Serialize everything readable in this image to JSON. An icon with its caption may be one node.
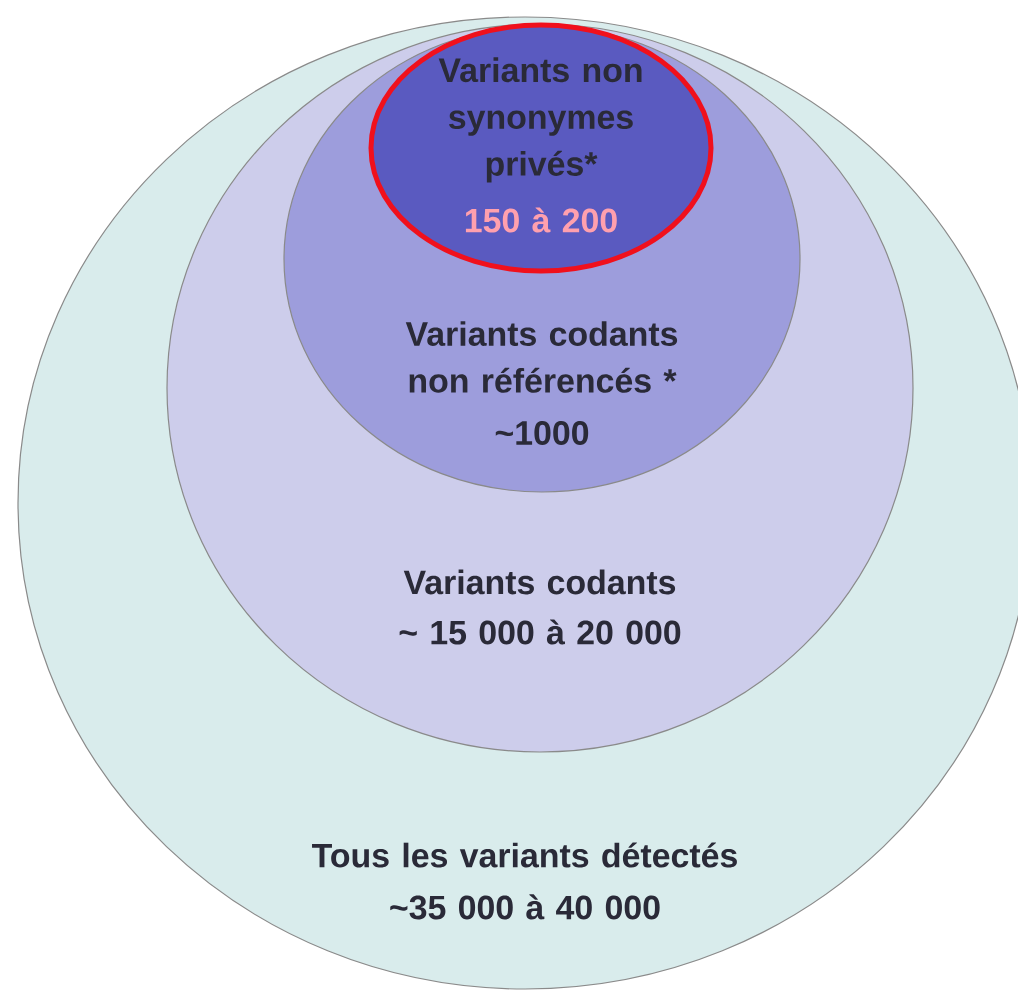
{
  "diagram": {
    "nodes": [
      {
        "text": [
          "Tous les variants détectés",
          "~35 000 à 40 000"
        ]
      },
      {
        "text": [
          "Variants codants",
          "~ 15 000 à 20 000"
        ],
        "in": 0
      },
      {
        "text": [
          "Variants codants non référencés *",
          "~1000"
        ],
        "in": 1
      },
      {
        "text": [
          "Variants non synonymes privés*",
          "150 à 200"
        ],
        "in": 2
      }
    ]
  }
}
